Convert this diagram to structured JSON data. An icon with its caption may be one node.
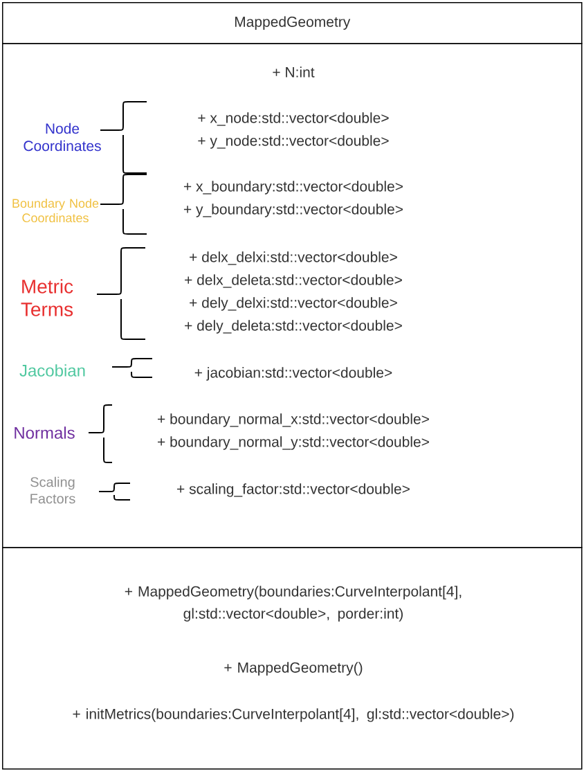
{
  "diagram": {
    "nodes": [
      {
        "text": [
          "MappedGeometry"
        ]
      },
      {
        "text": [
          "+ N:int",
          "+ x_node:std::vector<double>",
          "+ y_node:std::vector<double>",
          "+ x_boundary:std::vector<double>",
          "+ y_boundary:std::vector<double>",
          "+ delx_delxi:std::vector<double>",
          "+ delx_deleta:std::vector<double>",
          "+ dely_delxi:std::vector<double>",
          "+ dely_deleta:std::vector<double>",
          "+ jacobian:std::vector<double>",
          "+ boundary_normal_x:std::vector<double>",
          "+ boundary_normal_y:std::vector<double>",
          "+ scaling_factor:std::vector<double>"
        ]
      },
      {
        "text": [
          "+ MappedGeometry(boundaries:CurveInterpolant[4], gl:std::vector<double>, porder:int)",
          "+ MappedGeometry()",
          "+ initMetrics(boundaries:CurveInterpolant[4], gl:std::vector<double>)"
        ]
      }
    ],
    "labels": [
      "Node Coordinates",
      "Boundary Node Coordinates",
      "Metric Terms",
      "Jacobian",
      "Normals",
      "Scaling Factors"
    ]
  }
}
